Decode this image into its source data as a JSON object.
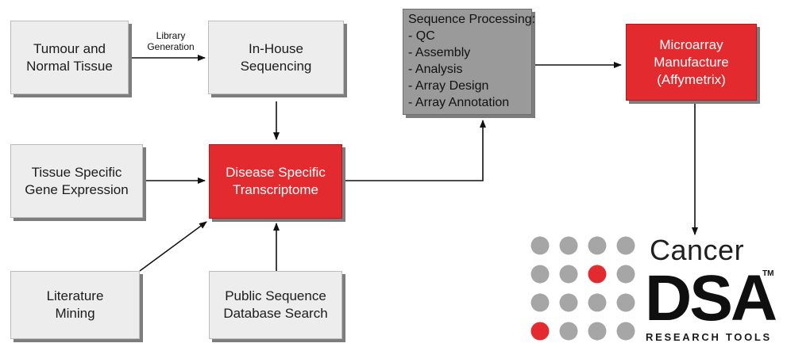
{
  "diagram": {
    "nodes": {
      "tumour": {
        "lines": [
          "Tumour and",
          "Normal Tissue"
        ]
      },
      "inhouse": {
        "lines": [
          "In-House",
          "Sequencing"
        ]
      },
      "tissue_expr": {
        "lines": [
          "Tissue Specific",
          "Gene Expression"
        ]
      },
      "dst": {
        "lines": [
          "Disease Specific",
          "Transcriptome"
        ]
      },
      "literature": {
        "lines": [
          "Literature",
          "Mining"
        ]
      },
      "public": {
        "lines": [
          "Public Sequence",
          "Database Search"
        ]
      },
      "processing": {
        "lines": [
          "Sequence Processing:",
          "- QC",
          "- Assembly",
          "- Analysis",
          "- Array Design",
          "- Array Annotation"
        ]
      },
      "microarray": {
        "lines": [
          "Microarray",
          "Manufacture",
          "(Affymetrix)"
        ]
      }
    },
    "edge_label": {
      "lines": [
        "Library",
        "Generation"
      ]
    },
    "edges": [
      [
        "tumour",
        "inhouse"
      ],
      [
        "inhouse",
        "dst"
      ],
      [
        "tissue_expr",
        "dst"
      ],
      [
        "literature",
        "dst"
      ],
      [
        "public",
        "dst"
      ],
      [
        "dst",
        "processing"
      ],
      [
        "processing",
        "microarray"
      ],
      [
        "microarray",
        "logo"
      ]
    ]
  },
  "logo": {
    "cancer": "Cancer",
    "dsa": "DSA",
    "tm": "TM",
    "research_tools": "RESEARCH TOOLS",
    "dot_colors": {
      "gray": "#a6a6a6",
      "red": "#e32a2e"
    },
    "dot_grid": [
      [
        "gray",
        "gray",
        "gray",
        "gray"
      ],
      [
        "gray",
        "gray",
        "red",
        "gray"
      ],
      [
        "gray",
        "gray",
        "gray",
        "gray"
      ],
      [
        "red",
        "gray",
        "gray",
        "gray"
      ]
    ]
  },
  "colors": {
    "accent_red": "#e32a2e",
    "box_gray": "#ededed",
    "processing_gray": "#9a9a9a"
  }
}
